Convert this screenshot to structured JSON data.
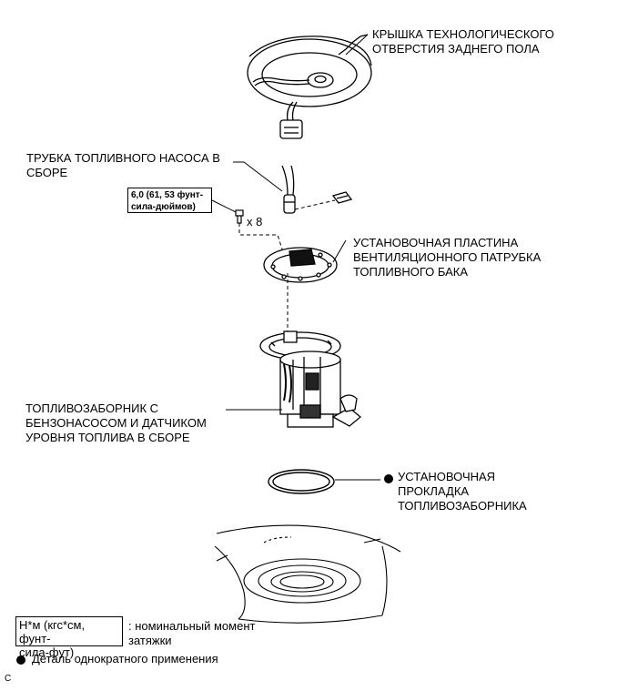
{
  "labels": {
    "floor_cover": [
      "КРЫШКА ТЕХНОЛОГИЧЕСКОГО",
      "ОТВЕРСТИЯ ЗАДНЕГО ПОЛА"
    ],
    "fuel_pump_tube": [
      "ТРУБКА ТОПЛИВНОГО НАСОСА В",
      "СБОРЕ"
    ],
    "vent_plate": [
      "УСТАНОВОЧНАЯ ПЛАСТИНА",
      "ВЕНТИЛЯЦИОННОГО ПАТРУБКА",
      "ТОПЛИВНОГО БАКА"
    ],
    "pump_assembly": [
      "ТОПЛИВОЗАБОРНИК С",
      "БЕНЗОНАСОСОМ И ДАТЧИКОМ",
      "УРОВНЯ ТОПЛИВА В СБОРЕ"
    ],
    "gasket": [
      "УСТАНОВОЧНАЯ",
      "ПРОКЛАДКА",
      "ТОПЛИВОЗАБОРНИКА"
    ]
  },
  "torque": {
    "value_lines": [
      "6,0 (61, 53 фунт-",
      "сила-дюймов)"
    ],
    "bolt_count": "x 8"
  },
  "legend": {
    "unit_box_lines": [
      "Н*м (кгс*см, фунт-",
      "сила-фут)"
    ],
    "unit_desc_lines": [
      ": номинальный момент",
      "затяжки"
    ],
    "single_use": "Деталь однократного применения"
  },
  "figure_code": "C"
}
